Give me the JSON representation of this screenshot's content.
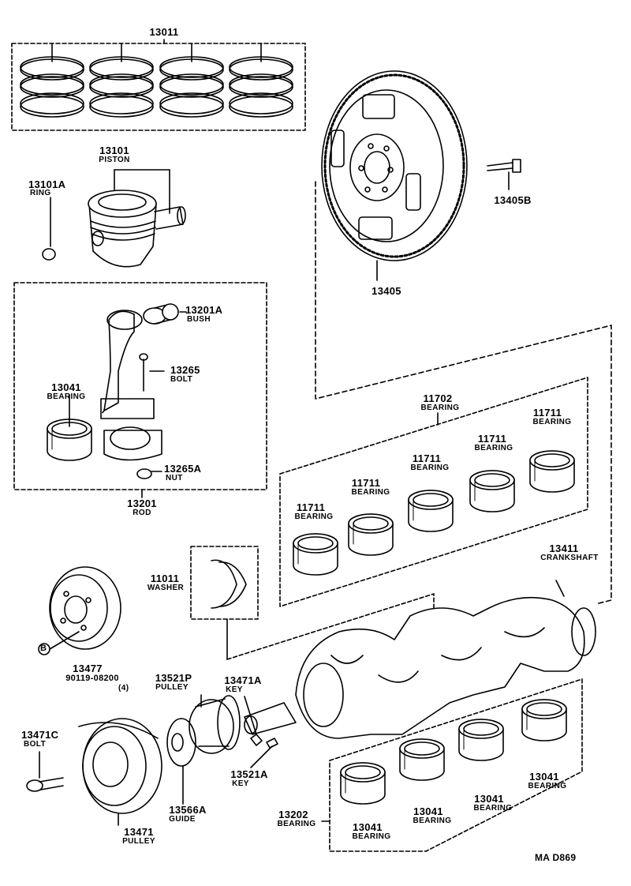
{
  "parts": {
    "rings": {
      "num": "13011"
    },
    "piston": {
      "num": "13101",
      "name": "PISTON"
    },
    "piston_ring": {
      "num": "13101A",
      "name": "RING"
    },
    "flywheel": {
      "num": "13405"
    },
    "flywheel_bolt": {
      "num": "13405B"
    },
    "bush": {
      "num": "13201A",
      "name": "BUSH"
    },
    "rod_bolt": {
      "num": "13265",
      "name": "BOLT"
    },
    "rod_bearing": {
      "num": "13041",
      "name": "BEARING"
    },
    "rod_nut": {
      "num": "13265A",
      "name": "NUT"
    },
    "rod": {
      "num": "13201",
      "name": "ROD"
    },
    "main_bearing_set": {
      "num": "11702",
      "name": "BEARING"
    },
    "main_bearing_1": {
      "num": "11711",
      "name": "BEARING"
    },
    "main_bearing_2": {
      "num": "11711",
      "name": "BEARING"
    },
    "main_bearing_3": {
      "num": "11711",
      "name": "BEARING"
    },
    "main_bearing_4": {
      "num": "11711",
      "name": "BEARING"
    },
    "main_bearing_5": {
      "num": "11711",
      "name": "BEARING"
    },
    "crankshaft": {
      "num": "13411",
      "name": "CRANKSHAFT"
    },
    "washer": {
      "num": "11011",
      "name": "WASHER"
    },
    "damper": {
      "num": "13477",
      "sub": "90119-08200",
      "qty": "(4)",
      "marker": "B"
    },
    "crank_pulley": {
      "num": "13521P",
      "name": "PULLEY"
    },
    "key_a": {
      "num": "13471A",
      "name": "KEY"
    },
    "key_b": {
      "num": "13521A",
      "name": "KEY"
    },
    "bolt": {
      "num": "13471C",
      "name": "BOLT"
    },
    "guide": {
      "num": "13566A",
      "name": "GUIDE"
    },
    "pulley": {
      "num": "13471",
      "name": "PULLEY"
    },
    "conrod_bearing_set": {
      "num": "13202",
      "name": "BEARING"
    },
    "conrod_bearing_1": {
      "num": "13041",
      "name": "BEARING"
    },
    "conrod_bearing_2": {
      "num": "13041",
      "name": "BEARING"
    },
    "conrod_bearing_3": {
      "num": "13041",
      "name": "BEARING"
    },
    "conrod_bearing_4": {
      "num": "13041",
      "name": "BEARING"
    }
  },
  "footer": {
    "code": "MA  D869"
  }
}
